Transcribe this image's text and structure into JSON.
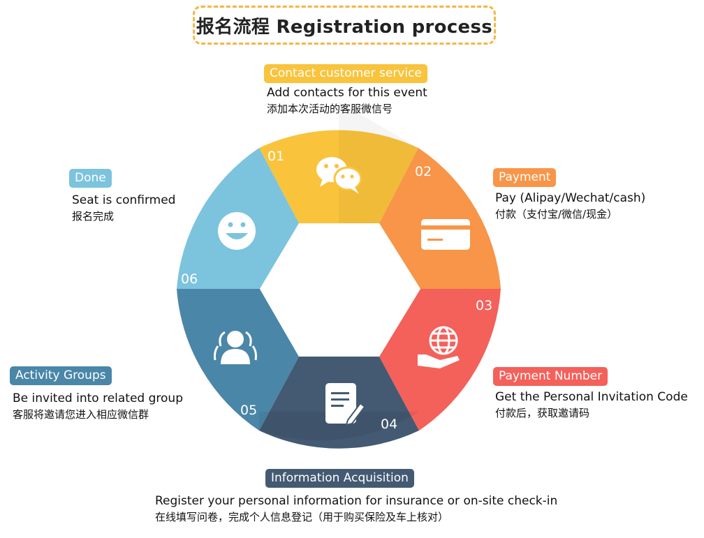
{
  "title": "报名流程 Registration process",
  "colors": {
    "title_border": "#f5b642",
    "step1": "#f9c33c",
    "step2": "#f89548",
    "step3": "#f4605a",
    "step4": "#435a72",
    "step5": "#4a86a8",
    "step6": "#7cc3de"
  },
  "steps": [
    {
      "num": "01",
      "badge": "Contact customer service",
      "en": "Add contacts for this event",
      "cn": "添加本次活动的客服微信号",
      "icon": "wechat-chat-icon",
      "color": "#f9c33c"
    },
    {
      "num": "02",
      "badge": "Payment",
      "en": "Pay (Alipay/Wechat/cash)",
      "cn": "付款（支付宝/微信/现金）",
      "icon": "credit-card-icon",
      "color": "#f89548"
    },
    {
      "num": "03",
      "badge": "Payment Number",
      "en": "Get the Personal Invitation Code",
      "cn": "付款后，获取邀请码",
      "icon": "globe-hand-icon",
      "color": "#f4605a"
    },
    {
      "num": "04",
      "badge": "Information Acquisition",
      "en": "Register your personal information for insurance or on-site check-in",
      "cn": "在线填写问卷，完成个人信息登记（用于购买保险及车上核对）",
      "icon": "document-edit-icon",
      "color": "#435a72"
    },
    {
      "num": "05",
      "badge": "Activity Groups",
      "en": "Be invited into related group",
      "cn": "客服将邀请您进入相应微信群",
      "icon": "group-users-icon",
      "color": "#4a86a8"
    },
    {
      "num": "06",
      "badge": "Done",
      "en": "Seat is confirmed",
      "cn": "报名完成",
      "icon": "smiley-face-icon",
      "color": "#7cc3de"
    }
  ]
}
